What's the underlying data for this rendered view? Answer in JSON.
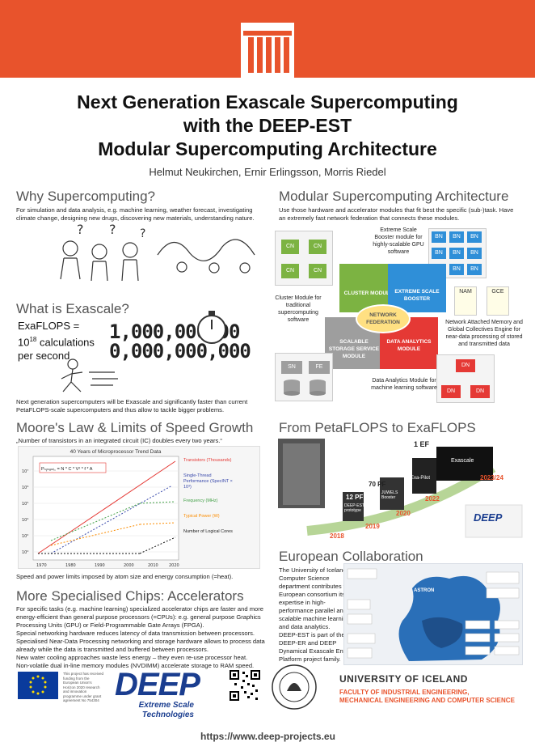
{
  "header": {
    "title_line1": "Next Generation Exascale Supercomputing",
    "title_line2": "with the DEEP-EST",
    "title_line3": "Modular Supercomputing Architecture",
    "authors": "Helmut Neukirchen, Ernir Erlingsson, Morris Riedel"
  },
  "why": {
    "title": "Why Supercomputing?",
    "text": "For simulation and data analysis, e.g. machine learning, weather forecast, investigating climate change, designing new drugs, discovering new materials, understanding nature."
  },
  "exascale": {
    "title": "What is Exascale?",
    "flops_line1": "ExaFLOPS =",
    "flops_line2": "10",
    "flops_exp": "18",
    "flops_line2b": " calculations",
    "flops_line3": "per second",
    "big_number": "1,000,000,000,000,000,000",
    "text": "Next generation supercomputers will be Exascale and significantly faster than current PetaFLOPS-scale supercomputers and thus allow to tackle bigger problems."
  },
  "moore": {
    "title": "Moore's Law & Limits of Speed Growth",
    "quote": "„Number of transistors in an integrated circuit (IC) doubles every two years.“",
    "chart_title": "40 Years of Microprocessor Trend Data",
    "formula": "Pₙᵧₙₐₘᵢ꜀ = N * C * V² * f * A",
    "legend": [
      "Transistors (Thousands)",
      "Single-Thread Performance (SpecINT × 10³)",
      "Frequency (MHz)",
      "Typical Power (W)",
      "Number of Logical Cores"
    ],
    "caption": "Speed and power limits imposed by atom size and energy consumption (=heat)."
  },
  "specialised": {
    "title": "More Specialised Chips: Accelerators",
    "text1": "For specific tasks (e.g. machine learning) specialized accelerator chips are faster and more energy-efficient than general purpose processors (=CPUs): e.g. general purpose Graphics Processing Units (GPU) or Field-Programmable Gate Arrays (FPGA).",
    "text2": "Special networking hardware reduces latency of data transmission between processors.",
    "text3": "Specialised Near-Data Processing networking and storage hardware allows to process data already while the data is transmitted and buffered between processors.",
    "text4": "New water cooling approaches waste less energy – they even re-use processor heat.",
    "text5": "Non-volatile dual in-line memory modules (NVDIMM) accelerate storage to RAM speed."
  },
  "msa": {
    "title": "Modular Supercomputing Architecture",
    "text": "Use those hardware and accelerator modules that fit best the specific (sub-)task. Have an extremely fast network federation that connects these modules.",
    "booster_desc": "Extreme Scale Booster module for highly-scalable GPU software",
    "cluster_desc": "Cluster Module for traditional supercomputing software",
    "nam_desc": "Network Attached Memory and Global Collectives Engine for near-data processing of stored and transmitted data",
    "dam_desc": "Data Analytics Module for machine learning software",
    "cluster_label": "CLUSTER MODULE",
    "booster_label": "EXTREME SCALE BOOSTER",
    "storage_label": "SCALABLE STORAGE SERVICE MODULE",
    "dam_label": "DATA ANALYTICS MODULE",
    "federation_label": "NETWORK FEDERATION",
    "cn": "CN",
    "bn": "BN",
    "dn": "DN",
    "sn": "SN",
    "fe": "FE",
    "nam": "NAM",
    "gce": "GCE",
    "colors": {
      "cluster": "#7cb342",
      "booster": "#2f8fd8",
      "storage": "#9e9e9e",
      "dam": "#e53935",
      "federation": "#ffe082"
    }
  },
  "peta": {
    "title": "From PetaFLOPS  to ExaFLOPS",
    "milestones": [
      {
        "year": "2018",
        "perf": "12 PF",
        "name": "DEEP-EST prototype"
      },
      {
        "year": "2019",
        "perf": "",
        "name": ""
      },
      {
        "year": "2020",
        "perf": "70 PF",
        "name": "JUWELS Booster"
      },
      {
        "year": "2022",
        "perf": "",
        "name": "Exa-Pilot"
      },
      {
        "year": "2023/24",
        "perf": "1 EF",
        "name": "Exascale"
      }
    ]
  },
  "euro": {
    "title": "European Collaboration",
    "text1": "The University of Iceland's Computer Science department contributes to the European consortium its expertise in high-performance parallel and scalable machine learning and data analytics.",
    "text2": "DEEP-EST is part of the DEEP-ER and DEEP Dynamical Exascale Entry Platform project family.",
    "map_label": "ASTRON"
  },
  "footer": {
    "eu_text": "This project has received funding from the European Union's Horizon 2020 research and innovation programme under grant agreement No 754304",
    "deep_logo": "DEEP",
    "deep_tag1": "Extreme Scale",
    "deep_tag2": "Technologies",
    "url": "https://www.deep-projects.eu",
    "uni_name": "UNIVERSITY OF ICELAND",
    "faculty_line1": "FACULTY OF INDUSTRIAL ENGINEERING,",
    "faculty_line2": "MECHANICAL ENGINEERING AND COMPUTER SCIENCE"
  },
  "colors": {
    "brand": "#e8532c",
    "section_title": "#555555"
  }
}
